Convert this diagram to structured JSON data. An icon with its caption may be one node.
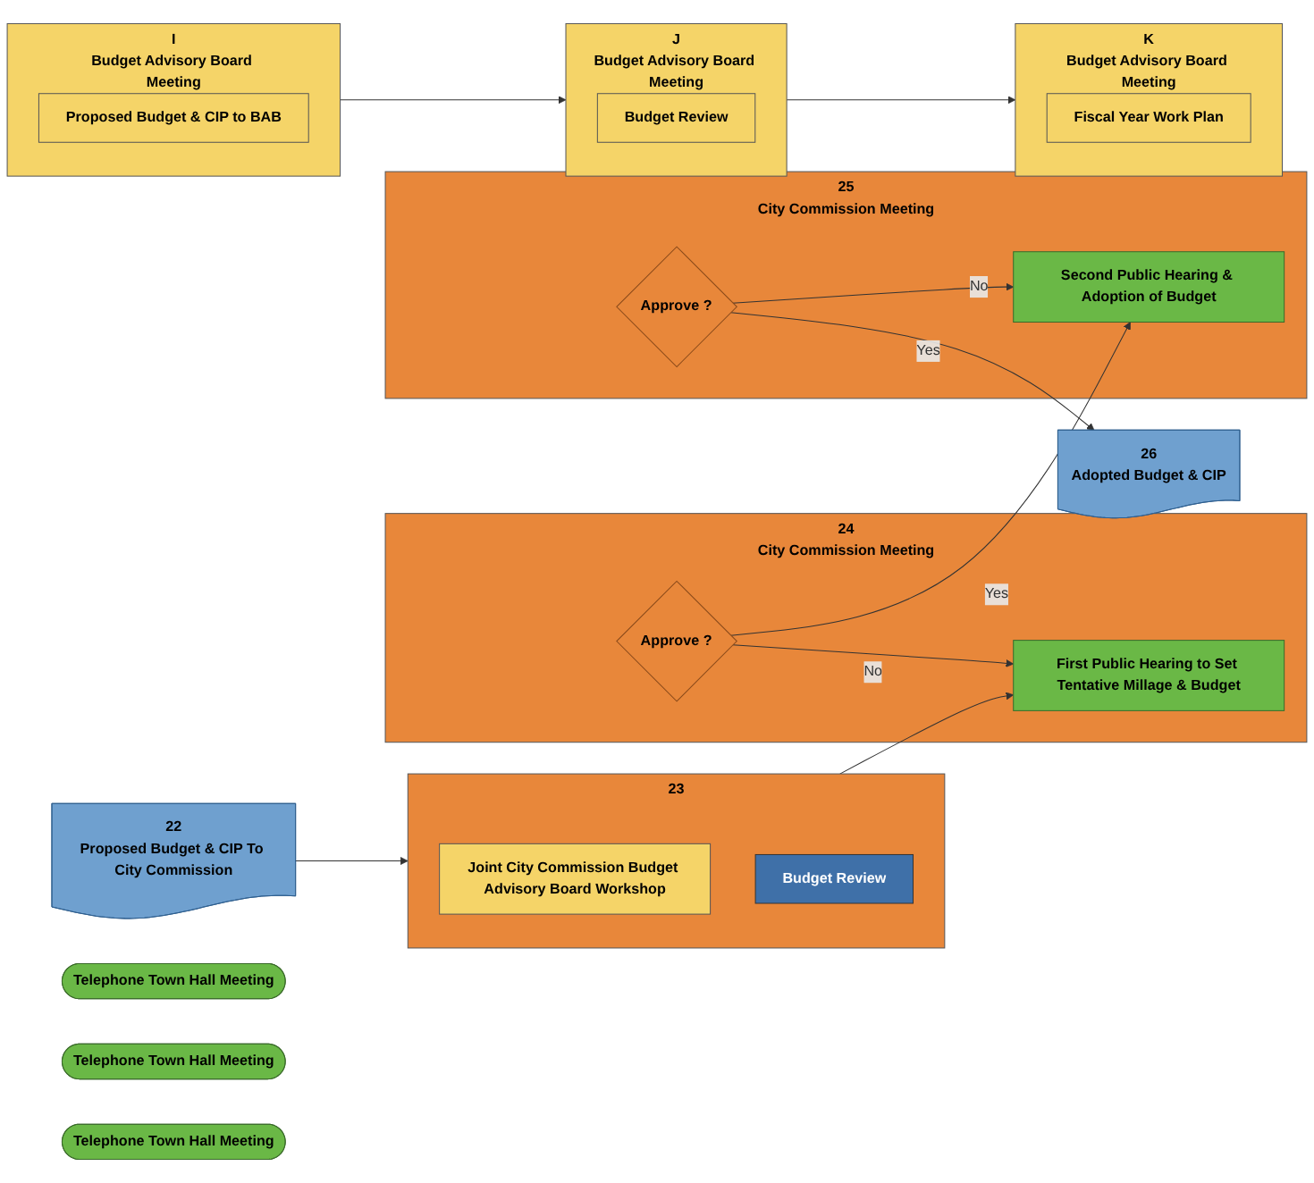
{
  "diagram": {
    "nodes": [
      {
        "text": [
          "22",
          "Proposed Budget & CIP To City Commission"
        ]
      },
      {
        "text": [
          "23"
        ]
      },
      {
        "text": [
          "Joint City Commission Budget Advisory Board Workshop"
        ],
        "in": 1
      },
      {
        "text": [
          "Budget Review"
        ],
        "in": 1
      },
      {
        "text": [
          "24",
          "City Commission Meeting"
        ]
      },
      {
        "text": [
          "First Public Hearing to Set Tentative Millage & Budget"
        ],
        "in": 4
      },
      {
        "text": [
          "Approve ?"
        ],
        "in": 4
      },
      {
        "text": [
          "25",
          "City Commission Meeting"
        ]
      },
      {
        "text": [
          "Second Public Hearing & Adoption of Budget"
        ],
        "in": 7
      },
      {
        "text": [
          "Approve ?"
        ],
        "in": 7
      },
      {
        "text": [
          "26",
          "Adopted Budget & CIP"
        ]
      },
      {
        "text": [
          "Telephone Town Hall Meeting"
        ]
      },
      {
        "text": [
          "Telephone Town Hall Meeting"
        ]
      },
      {
        "text": [
          "Telephone Town Hall Meeting"
        ]
      },
      {
        "text": [
          "I",
          "Budget Advisory Board Meeting"
        ]
      },
      {
        "text": [
          "Proposed Budget & CIP to BAB"
        ],
        "in": 14
      },
      {
        "text": [
          "J",
          "Budget Advisory Board Meeting"
        ]
      },
      {
        "text": [
          "Budget Review"
        ],
        "in": 16
      },
      {
        "text": [
          "K",
          "Budget Advisory Board Meeting"
        ]
      },
      {
        "text": [
          "Fiscal Year Work Plan"
        ],
        "in": 18
      }
    ],
    "edges": [
      {
        "from": 0,
        "to": 1,
        "arrow": "to"
      },
      {
        "from": 1,
        "to": 5,
        "arrow": "to"
      },
      {
        "from": 6,
        "to": 5,
        "label": "No",
        "arrow": "to"
      },
      {
        "from": 6,
        "to": 8,
        "label": "Yes",
        "arrow": "to"
      },
      {
        "from": 9,
        "to": 8,
        "label": "No",
        "arrow": "to"
      },
      {
        "from": 9,
        "to": 10,
        "label": "Yes",
        "arrow": "to"
      },
      {
        "from": 14,
        "to": 16,
        "arrow": "to"
      },
      {
        "from": 16,
        "to": 18,
        "arrow": "to"
      }
    ]
  }
}
